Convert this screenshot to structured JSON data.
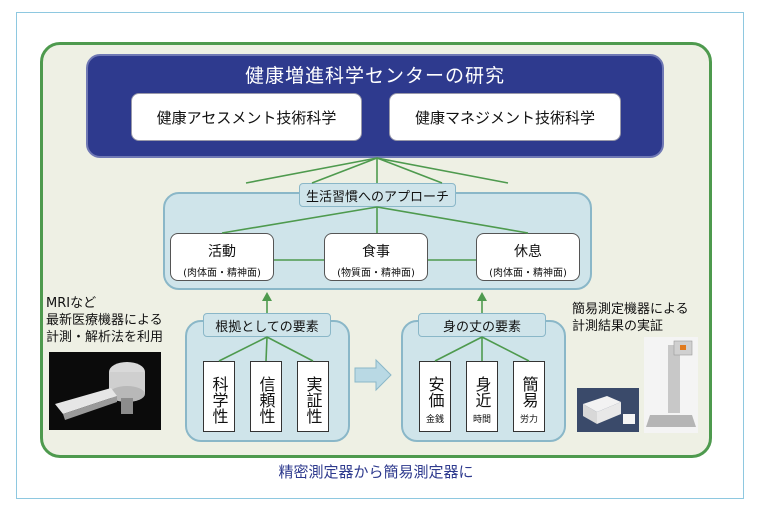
{
  "header": {
    "title": "健康増進科学センターの研究",
    "left_box": "健康アセスメント技術科学",
    "right_box": "健康マネジメント技術科学"
  },
  "approach": {
    "label": "生活習慣へのアプローチ",
    "nodes": [
      {
        "title": "活動",
        "sub": "(肉体面・精神面)"
      },
      {
        "title": "食事",
        "sub": "(物質面・精神面)"
      },
      {
        "title": "休息",
        "sub": "(肉体面・精神面)"
      }
    ]
  },
  "evidence": {
    "label": "根拠としての要素",
    "items": [
      "科学性",
      "信頼性",
      "実証性"
    ]
  },
  "fit": {
    "label": "身の丈の要素",
    "items": [
      {
        "title": "安価",
        "sub": "金銭"
      },
      {
        "title": "身近",
        "sub": "時間"
      },
      {
        "title": "簡易",
        "sub": "労力"
      }
    ]
  },
  "left_note": [
    "MRIなど",
    "最新医療機器による",
    "計測・解析法を利用"
  ],
  "right_note": [
    "簡易測定機器による",
    "計測結果の実証"
  ],
  "footer": "精密測定器から簡易測定器に",
  "colors": {
    "navy": "#2e3a8e",
    "green": "#4e9a4e",
    "light_blue": "#cfe4ea",
    "arrow": "#9ec6d6"
  }
}
